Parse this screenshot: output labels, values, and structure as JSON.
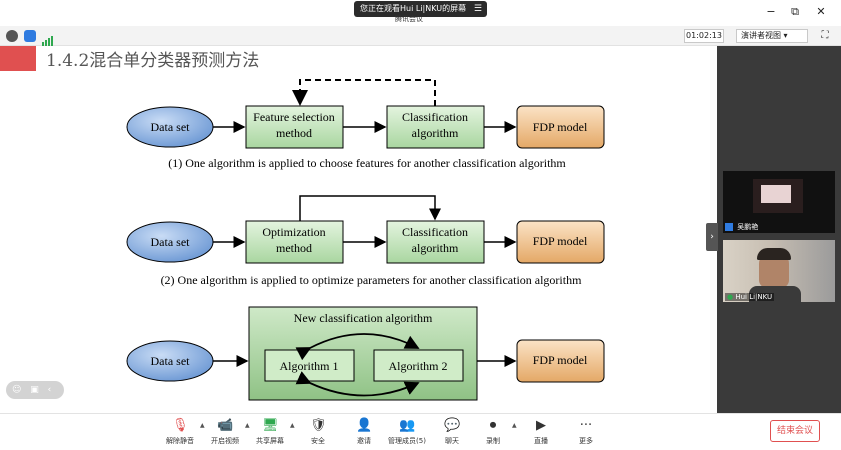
{
  "window": {
    "share_notice": "您正在观看Hui Li|NKU的屏幕",
    "meeting_name": "腾讯会议",
    "min": "−",
    "restore": "⧉",
    "close": "✕"
  },
  "toolbar": {
    "timer": "01:02:13",
    "view_mode": "演讲者视图 ▾",
    "fullscreen": "⛶"
  },
  "slide": {
    "title": "1.4.2混合单分类器预测方法",
    "diagram1": {
      "dataset": "Data set",
      "feature_line1": "Feature selection",
      "feature_line2": "method",
      "class_line1": "Classification",
      "class_line2": "algorithm",
      "fdp": "FDP model",
      "caption": "(1) One algorithm is applied to choose features for another classification algorithm"
    },
    "diagram2": {
      "dataset": "Data set",
      "opt_line1": "Optimization",
      "opt_line2": "method",
      "class_line1": "Classification",
      "class_line2": "algorithm",
      "fdp": "FDP model",
      "caption": "(2) One algorithm is applied to optimize parameters for another classification algorithm"
    },
    "diagram3": {
      "dataset": "Data set",
      "container": "New classification algorithm",
      "alg1": "Algorithm 1",
      "alg2": "Algorithm 2",
      "fdp": "FDP model"
    }
  },
  "participants": [
    {
      "name": "吴鹏艳"
    },
    {
      "name": "Hui Li|NKU"
    }
  ],
  "bottombar": {
    "items": [
      {
        "icon": "🎙",
        "label": "解除静音"
      },
      {
        "icon": "📹",
        "label": "开启视频"
      },
      {
        "icon": "🖥",
        "label": "共享屏幕"
      },
      {
        "icon": "🛡",
        "label": "安全"
      },
      {
        "icon": "👤",
        "label": "邀请"
      },
      {
        "icon": "👥",
        "label": "管理成员(5)"
      },
      {
        "icon": "💬",
        "label": "聊天"
      },
      {
        "icon": "⏺",
        "label": "录制"
      },
      {
        "icon": "▶",
        "label": "直播"
      },
      {
        "icon": "···",
        "label": "更多"
      }
    ],
    "end_meeting": "结束会议"
  },
  "colors": {
    "oval_fill": "#8fb4e3",
    "green_box": "#c6e6c0",
    "fdp_box": "#f2c594",
    "end_red": "#e05050"
  }
}
